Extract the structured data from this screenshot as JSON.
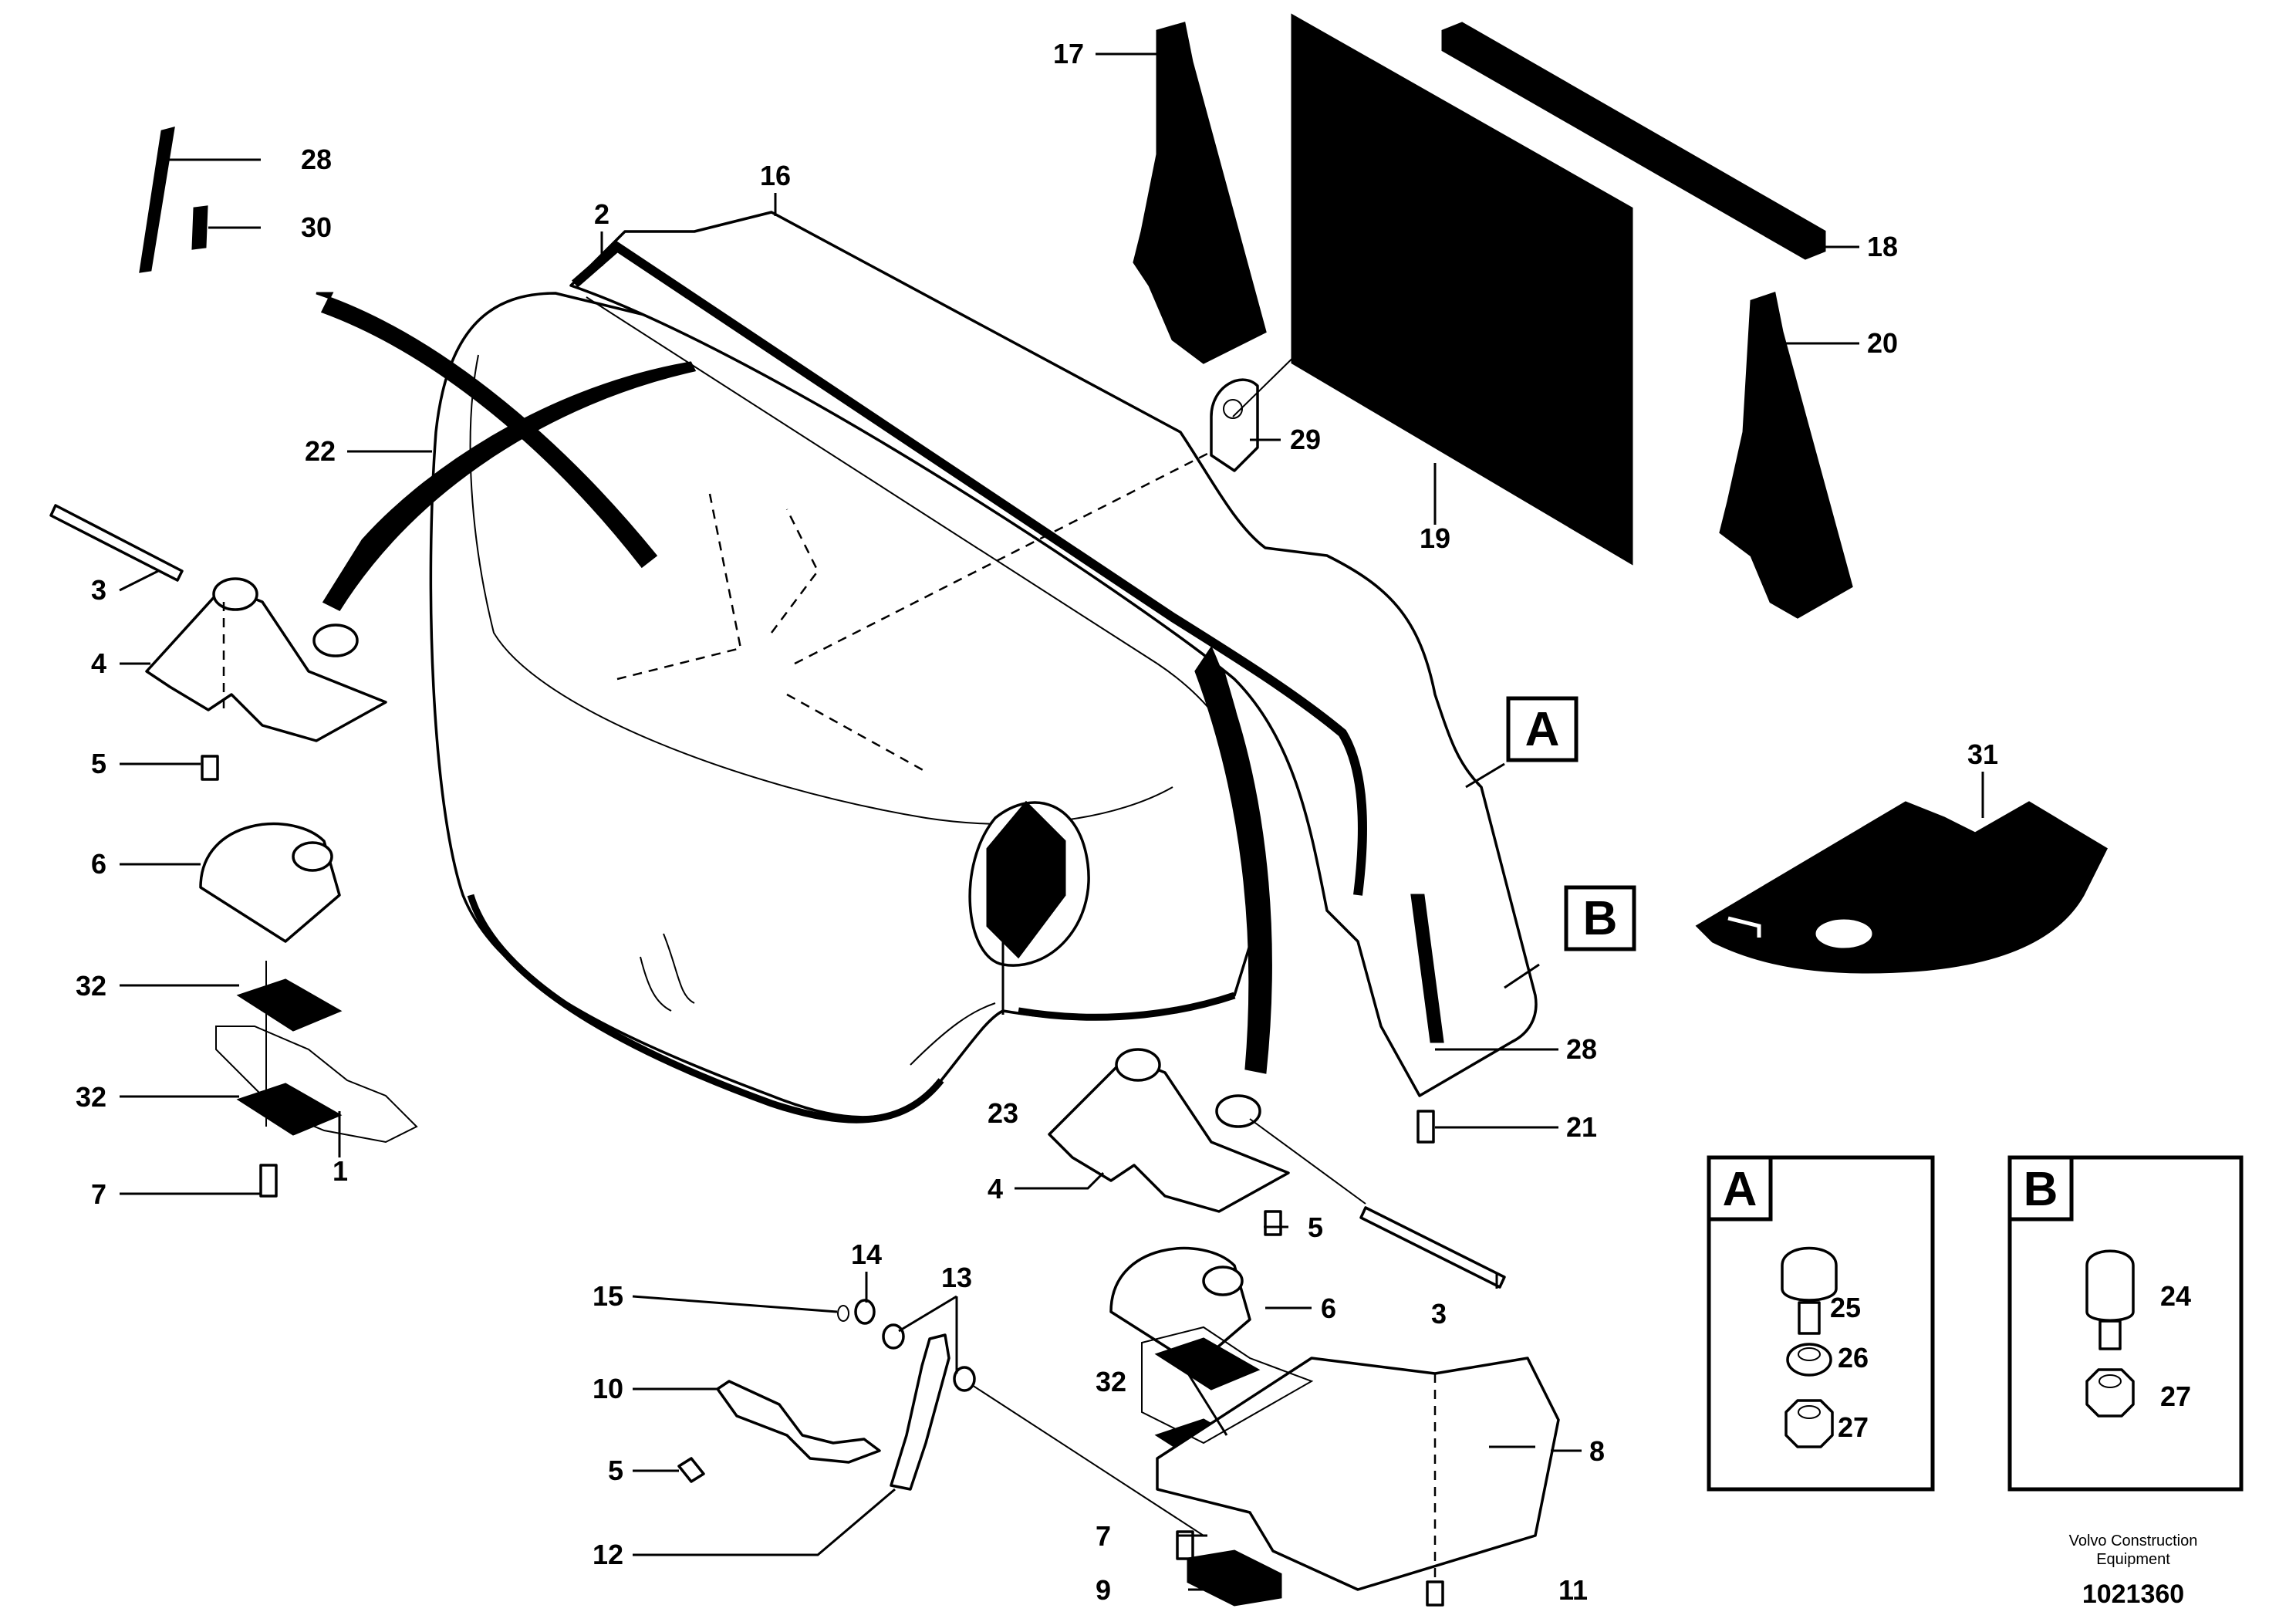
{
  "callouts": {
    "c1": "1",
    "c2": "2",
    "c3a": "3",
    "c3b": "3",
    "c4a": "4",
    "c4b": "4",
    "c5a": "5",
    "c5b": "5",
    "c5c": "5",
    "c6a": "6",
    "c6b": "6",
    "c7a": "7",
    "c7b": "7",
    "c8": "8",
    "c9": "9",
    "c10": "10",
    "c11": "11",
    "c12": "12",
    "c13": "13",
    "c14": "14",
    "c15": "15",
    "c16": "16",
    "c17": "17",
    "c18": "18",
    "c19": "19",
    "c20": "20",
    "c21": "21",
    "c22": "22",
    "c23": "23",
    "c24": "24",
    "c25": "25",
    "c26": "26",
    "c27a": "27",
    "c27b": "27",
    "c28a": "28",
    "c28b": "28",
    "c29": "29",
    "c30": "30",
    "c31": "31",
    "c32a": "32",
    "c32b": "32",
    "c32c": "32"
  },
  "refs": {
    "a_main": "A",
    "b_main": "B",
    "a_detail": "A",
    "b_detail": "B"
  },
  "footer": {
    "maker_line1": "Volvo Construction",
    "maker_line2": "Equipment",
    "figure_number": "1021360"
  }
}
